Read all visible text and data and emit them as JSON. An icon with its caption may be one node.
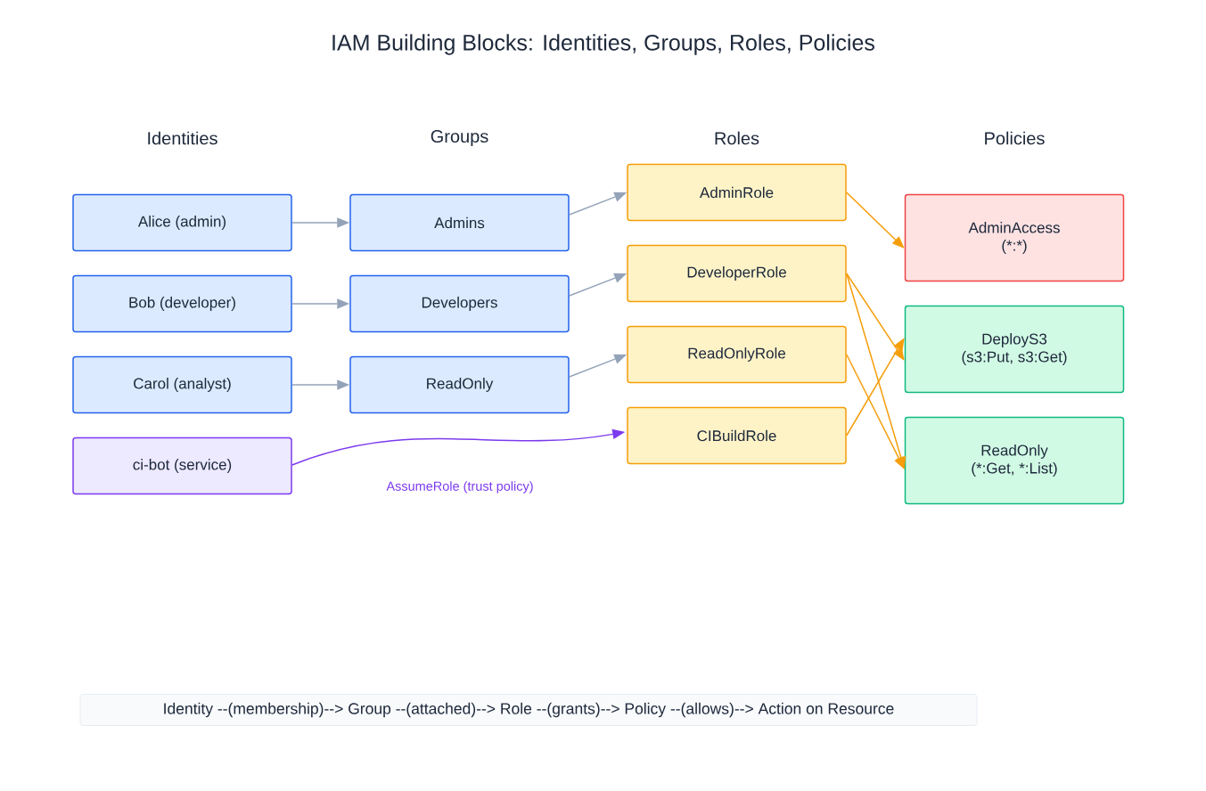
{
  "diagram": {
    "title": "IAM Building Blocks: Identities, Groups, Roles, Policies",
    "nodes": [
      {
        "text": [
          "Alice (admin)"
        ]
      },
      {
        "text": [
          "Bob (developer)"
        ]
      },
      {
        "text": [
          "Carol (analyst)"
        ]
      },
      {
        "text": [
          "ci-bot (service)"
        ]
      },
      {
        "text": [
          "Admins"
        ]
      },
      {
        "text": [
          "Developers"
        ]
      },
      {
        "text": [
          "ReadOnly"
        ]
      },
      {
        "text": [
          "AdminRole"
        ]
      },
      {
        "text": [
          "DeveloperRole"
        ]
      },
      {
        "text": [
          "ReadOnlyRole"
        ]
      },
      {
        "text": [
          "CIBuildRole"
        ]
      },
      {
        "text": [
          "AdminAccess",
          "(*:*)"
        ]
      },
      {
        "text": [
          "DeployS3",
          "(s3:Put, s3:Get)"
        ]
      },
      {
        "text": [
          "ReadOnly",
          "(*:Get, *:List)"
        ]
      },
      {
        "text": [
          "Identity --(membership)--> Group --(attached)--> Role --(grants)--> Policy --(allows)--> Action on Resource"
        ]
      }
    ],
    "edges": [
      {
        "from": 0,
        "to": 4,
        "arrow": "to"
      },
      {
        "from": 1,
        "to": 5,
        "arrow": "to"
      },
      {
        "from": 2,
        "to": 6,
        "arrow": "to"
      },
      {
        "from": 4,
        "to": 7,
        "arrow": "to"
      },
      {
        "from": 5,
        "to": 8,
        "arrow": "to"
      },
      {
        "from": 6,
        "to": 9,
        "arrow": "to"
      },
      {
        "from": 3,
        "to": 10,
        "arrow": "to",
        "label": "AssumeRole (trust policy)",
        "color": "#7c3aed"
      },
      {
        "from": 7,
        "to": 11,
        "arrow": "to",
        "color": "#f59e0b"
      },
      {
        "from": 8,
        "to": 12,
        "arrow": "to",
        "color": "#f59e0b"
      },
      {
        "from": 8,
        "to": 13,
        "arrow": "to",
        "color": "#f59e0b"
      },
      {
        "from": 9,
        "to": 13,
        "arrow": "to",
        "color": "#f59e0b"
      },
      {
        "from": 10,
        "to": 12,
        "arrow": "to",
        "color": "#f59e0b"
      }
    ],
    "labels": [
      "Identities",
      "Groups",
      "Roles",
      "Policies"
    ]
  }
}
